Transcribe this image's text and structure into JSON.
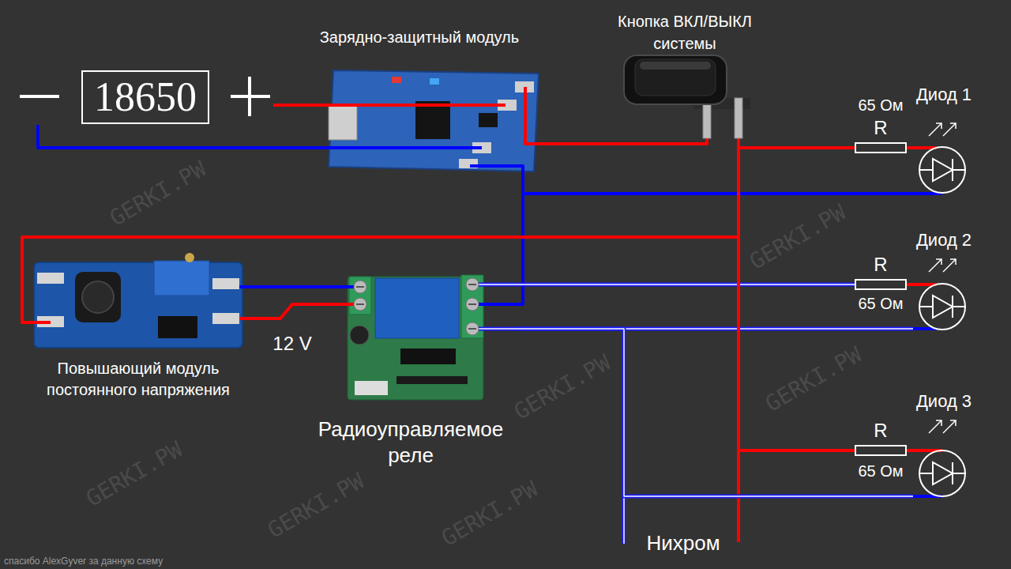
{
  "diagram": {
    "nodes": [
      {
        "text": [
          "18650"
        ]
      },
      {
        "text": [
          "Зарядно-защитный модуль"
        ]
      },
      {
        "text": [
          "Кнопка ВКЛ/ВЫКЛ системы"
        ]
      },
      {
        "text": [
          "65 Ом",
          "R"
        ]
      },
      {
        "text": [
          "Диод 1"
        ]
      },
      {
        "text": [
          "Повышающий модуль постоянного напряжения"
        ]
      },
      {
        "text": [
          "Радиоуправляемое реле"
        ]
      },
      {
        "text": [
          "R",
          "65 Ом"
        ]
      },
      {
        "text": [
          "Диод 2"
        ]
      },
      {
        "text": [
          "R",
          "65 Ом"
        ]
      },
      {
        "text": [
          "Диод 3"
        ]
      }
    ],
    "edges": [
      {
        "from": 0,
        "to": 1,
        "arrow": "none"
      },
      {
        "from": 0,
        "to": 1,
        "arrow": "none"
      },
      {
        "from": 1,
        "to": 2,
        "arrow": "none"
      },
      {
        "from": 2,
        "to": 3,
        "arrow": "none"
      },
      {
        "from": 3,
        "to": 4,
        "arrow": "none"
      },
      {
        "from": 1,
        "to": 4,
        "arrow": "none"
      },
      {
        "from": 1,
        "to": 6,
        "arrow": "none"
      },
      {
        "from": 2,
        "to": 5,
        "arrow": "none"
      },
      {
        "from": 5,
        "to": 6,
        "arrow": "none"
      },
      {
        "from": 5,
        "to": 6,
        "arrow": "none"
      },
      {
        "from": 6,
        "to": 7,
        "arrow": "none"
      },
      {
        "from": 7,
        "to": 8,
        "arrow": "none"
      },
      {
        "from": 6,
        "to": 8,
        "arrow": "none"
      },
      {
        "from": 2,
        "to": 9,
        "arrow": "none"
      },
      {
        "from": 9,
        "to": 10,
        "arrow": "none"
      },
      {
        "from": 6,
        "to": 10,
        "arrow": "none"
      }
    ],
    "labels": [
      "12 V",
      "Нихром",
      "спасибо AlexGyver за данную схему",
      "GERKI.PW",
      "GERKI.PW",
      "GERKI.PW",
      "GERKI.PW",
      "GERKI.PW",
      "GERKI.PW",
      "GERKI.PW"
    ]
  }
}
